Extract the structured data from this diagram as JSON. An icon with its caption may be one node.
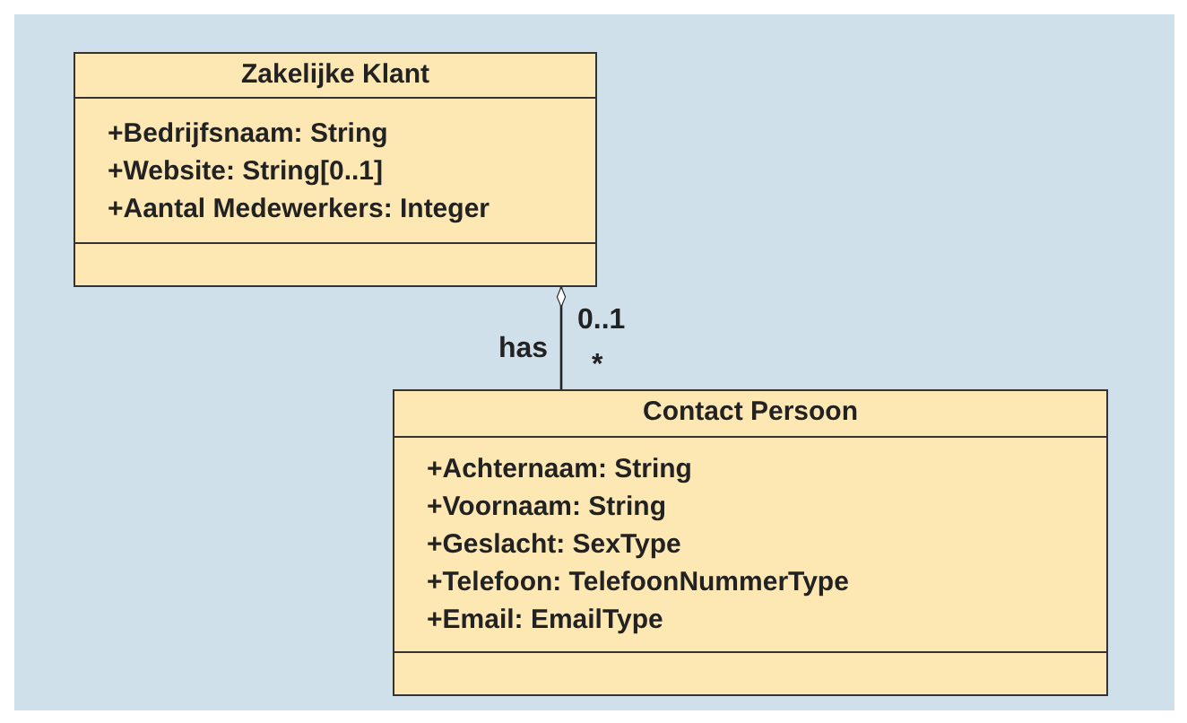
{
  "diagram": {
    "nodes": [
      {
        "text": [
          "Zakelijke Klant",
          "+Bedrijfsnaam: String",
          "+Website: String[0..1]",
          "+Aantal Medewerkers: Integer"
        ]
      },
      {
        "text": [
          "Contact Persoon",
          "+Achternaam: String",
          "+Voornaam: String",
          "+Geslacht: SexType",
          "+Telefoon: TelefoonNummerType",
          "+Email: EmailType"
        ]
      }
    ],
    "edges": [
      {
        "from": 0,
        "to": 1,
        "arrow": "other",
        "label": "has"
      }
    ],
    "labels": [
      "0..1",
      "*"
    ]
  }
}
